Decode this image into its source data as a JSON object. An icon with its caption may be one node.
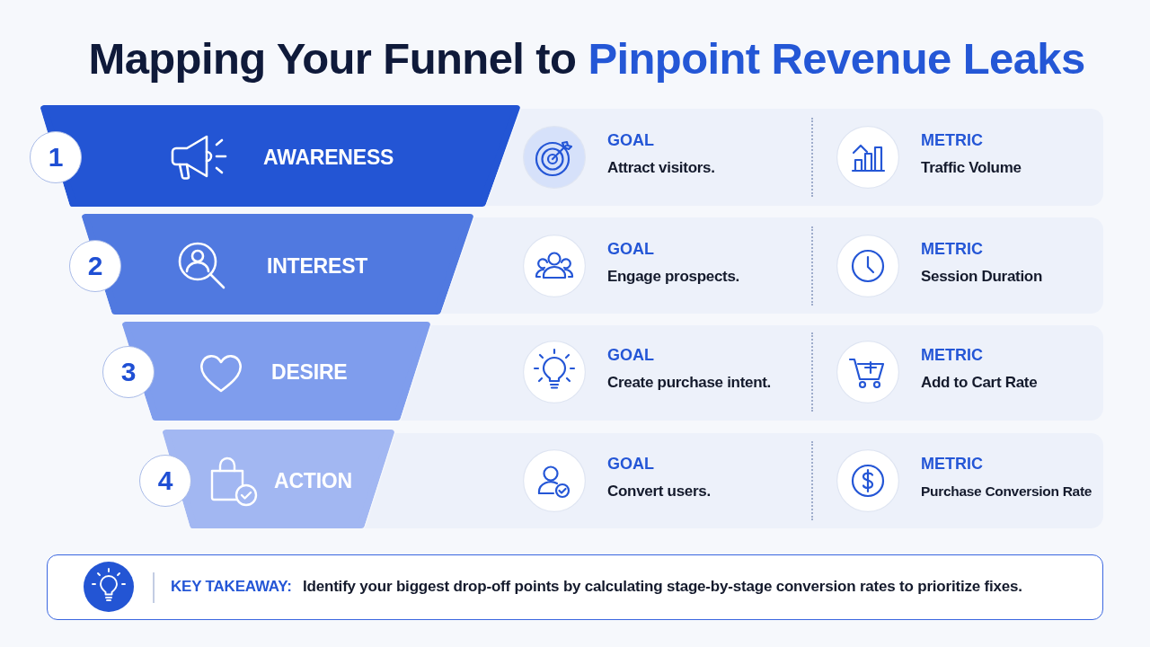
{
  "diagram": {
    "title": "Mapping Your Funnel to **Pinpoint Revenue Leaks**",
    "nodes": [
      {
        "text": [
          "1"
        ]
      },
      {
        "text": [
          "AWARENESS"
        ]
      },
      {
        "text": [
          "GOAL",
          "Attract visitors.",
          "METRIC",
          "Traffic Volume"
        ]
      },
      {
        "text": [
          "2"
        ]
      },
      {
        "text": [
          "INTEREST"
        ]
      },
      {
        "text": [
          "GOAL",
          "Engage prospects.",
          "METRIC",
          "Session Duration"
        ]
      },
      {
        "text": [
          "3"
        ]
      },
      {
        "text": [
          "DESIRE"
        ]
      },
      {
        "text": [
          "GOAL",
          "Create purchase intent.",
          "METRIC",
          "Add to Cart Rate"
        ]
      },
      {
        "text": [
          "4"
        ]
      },
      {
        "text": [
          "ACTION"
        ]
      },
      {
        "text": [
          "GOAL",
          "Convert users.",
          "METRIC",
          "Purchase Conversion Rate"
        ]
      },
      {
        "text": [
          "KEY TAKEAWAY:",
          "Identify your biggest drop-off points by calculating stage-by-stage conversion rates to prioritize fixes."
        ]
      }
    ]
  }
}
